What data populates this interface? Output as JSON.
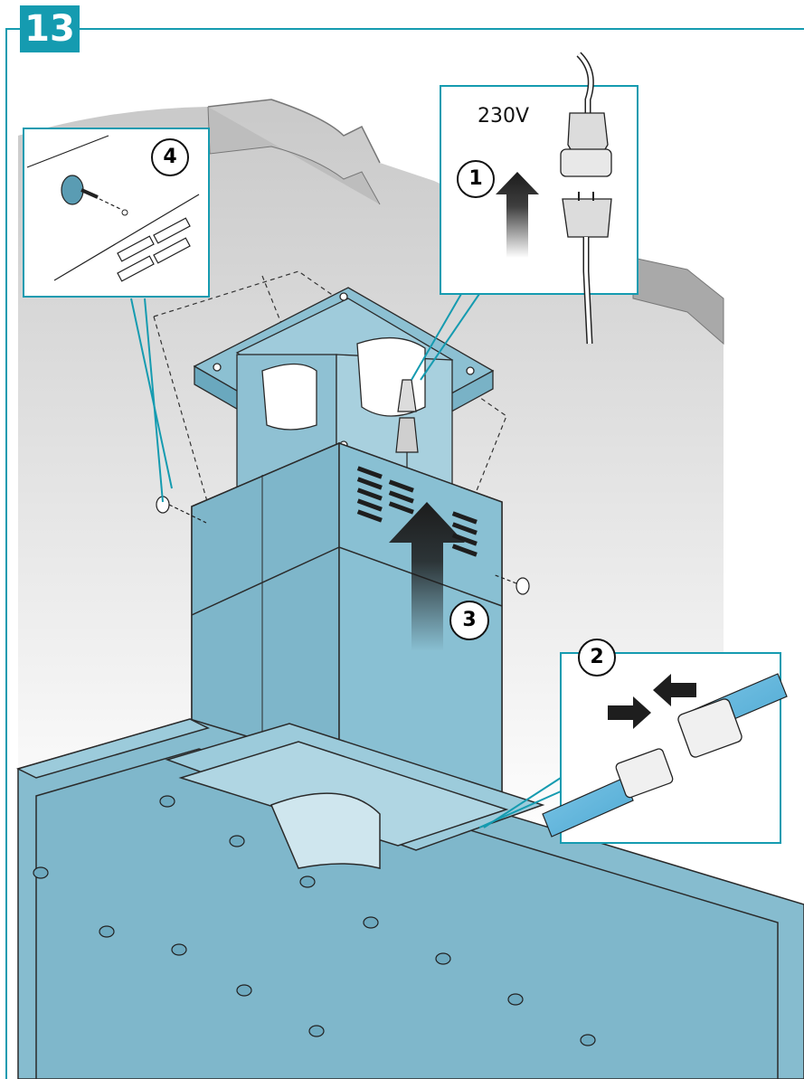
{
  "step": {
    "number": "13"
  },
  "voltage_label": "230V",
  "callouts": [
    {
      "id": "1",
      "label": "1"
    },
    {
      "id": "2",
      "label": "2"
    },
    {
      "id": "3",
      "label": "3"
    },
    {
      "id": "4",
      "label": "4"
    }
  ],
  "colors": {
    "accent": "#159bb0",
    "hood_blue": "#86bccf",
    "hood_blue_dark": "#5f9fb5",
    "wall_grey": "#d6d6d6",
    "arrow_dark": "#1c1c1c"
  }
}
